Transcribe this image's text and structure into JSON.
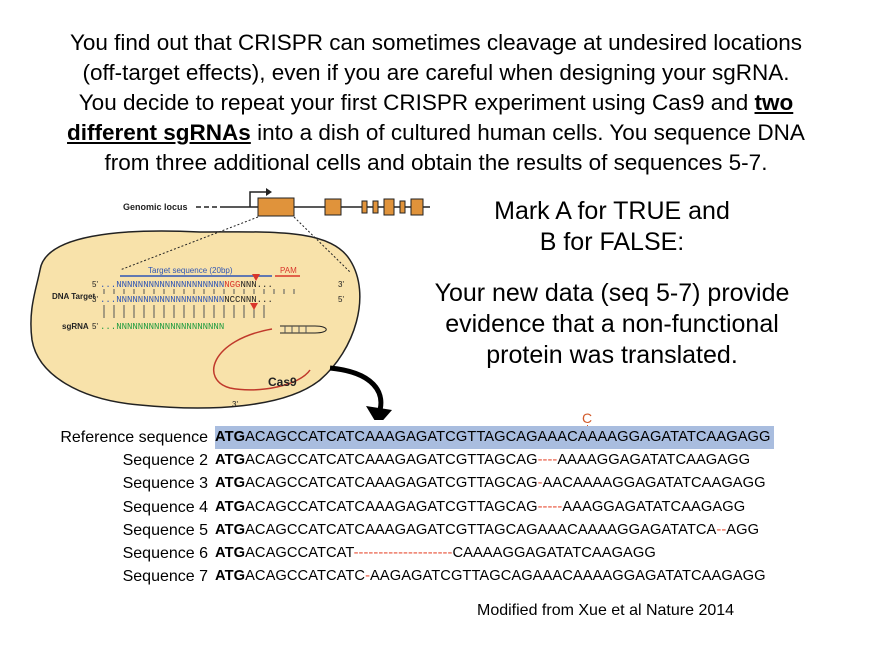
{
  "intro": {
    "line1": "You find out that CRISPR can sometimes cleavage at undesired locations",
    "line2": "(off-target effects), even if you are careful when designing your sgRNA.",
    "line3_pre": "You decide to repeat your first CRISPR experiment using Cas9 and ",
    "line3_u": "two",
    "line4_u": "different sgRNAs",
    "line4_post": " into a dish of cultured human cells. You sequence DNA",
    "line5": "from three additional cells and obtain the results of sequences 5-7."
  },
  "question": {
    "instr1": "Mark A for TRUE and",
    "instr2": "B for FALSE:",
    "stmt1": "Your new data (seq 5-7) provide",
    "stmt2": "evidence that a non-functional",
    "stmt3": "protein was translated."
  },
  "diagram": {
    "genomic_locus": "Genomic locus",
    "target_seq": "Target sequence (20bp)",
    "pam": "PAM",
    "dna_target": "DNA Target",
    "sgrna": "sgRNA",
    "cas9": "Cas9",
    "five": "5'",
    "three": "3'",
    "top_strand": "...NNNNNNNNNNNNNNNNNNNN",
    "top_pam": "NGG",
    "top_end": "NNN...",
    "bottom_strand": "...NNNNNNNNNNNNNNNNNNNN",
    "bottom_pam": "NCC",
    "bottom_end": "NNN...",
    "sgrna_strand": "...NNNNNNNNNNNNNNNNNNNN"
  },
  "mutation_label": "C",
  "sequences": {
    "labels": [
      "Reference sequence",
      "Sequence 2",
      "Sequence 3",
      "Sequence 4",
      "Sequence 5",
      "Sequence 6",
      "Sequence 7"
    ],
    "rows": [
      {
        "start": "ATG",
        "a": "ACAGCCATCATCAAAGAGATCGTTAGCAGAAACAAAAGGAGATATCAAGAGG",
        "d1": "",
        "b": "",
        "d2": "",
        "c": ""
      },
      {
        "start": "ATG",
        "a": "ACAGCCATCATCAAAGAGATCGTTAGCAG",
        "d1": "----",
        "b": "AAAAGGAGATATCAAGAGG",
        "d2": "",
        "c": ""
      },
      {
        "start": "ATG",
        "a": "ACAGCCATCATCAAAGAGATCGTTAGCAG",
        "d1": "-",
        "b": "AACAAAAGGAGATATCAAGAGG",
        "d2": "",
        "c": ""
      },
      {
        "start": "ATG",
        "a": "ACAGCCATCATCAAAGAGATCGTTAGCAG",
        "d1": "-----",
        "b": "AAAGGAGATATCAAGAGG",
        "d2": "",
        "c": ""
      },
      {
        "start": "ATG",
        "a": "ACAGCCATCATCAAAGAGATCGTTAGCAGAAACAAAAGGAGATATCA",
        "d1": "--",
        "b": "AGG",
        "d2": "",
        "c": ""
      },
      {
        "start": "ATG",
        "a": "ACAGCCATCAT",
        "d1": "--------------------",
        "b": "CAAAAGGAGATATCAAGAGG",
        "d2": "",
        "c": ""
      },
      {
        "start": "ATG",
        "a": "ACAGCCATCATC",
        "d1": "-",
        "b": "AAGAGATCGTTAGCAGAAACAAAAGGAGATATCAAGAGG",
        "d2": "",
        "c": ""
      }
    ]
  },
  "credit": "Modified from Xue et al Nature 2014",
  "colors": {
    "orange": "#e0933b",
    "cas9_fill": "#f8e2aa",
    "pam_red": "#d9362b",
    "blue": "#2f55b4",
    "green": "#1e9b3f",
    "highlight": "#a9bddf"
  }
}
